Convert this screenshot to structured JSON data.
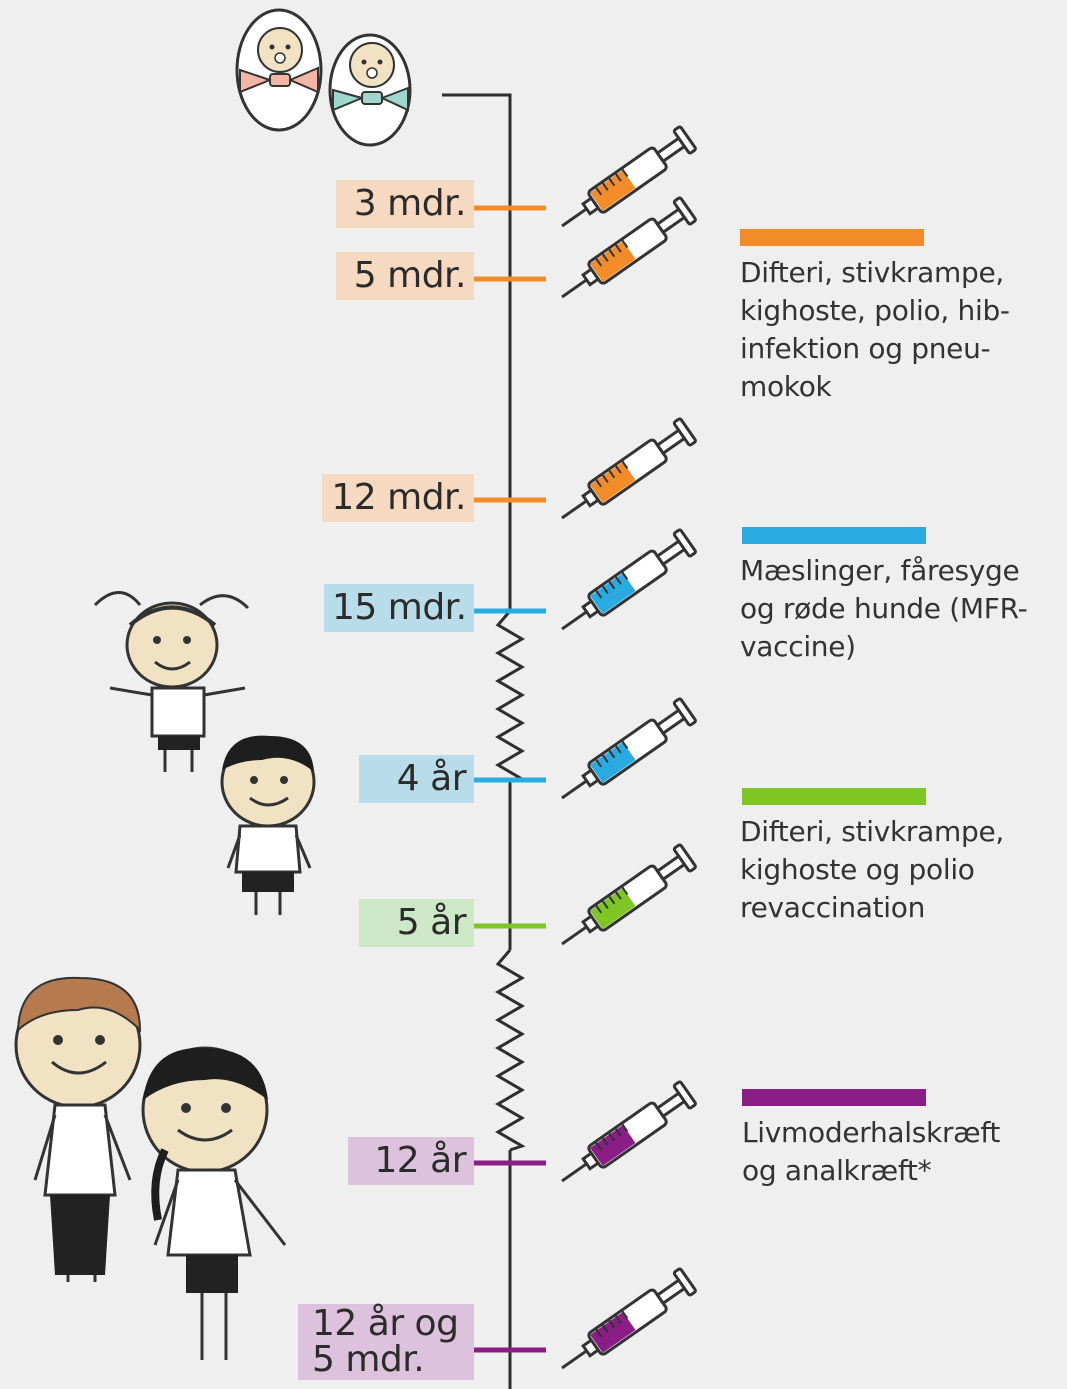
{
  "colors": {
    "orange": "#f28c28",
    "orange_label_bg": "#f6d9c1",
    "blue": "#29abe2",
    "blue_label_bg": "#b9dcea",
    "green": "#7dc623",
    "green_label_bg": "#cde8c6",
    "purple": "#8a1d86",
    "purple_label_bg": "#dcc2dc",
    "timeline": "#2e2e2e",
    "background": "#efefef"
  },
  "timeline": {
    "milestones": [
      {
        "label": "3 mdr.",
        "group": "orange"
      },
      {
        "label": "5 mdr.",
        "group": "orange"
      },
      {
        "label": "12 mdr.",
        "group": "orange"
      },
      {
        "label": "15 mdr.",
        "group": "blue"
      },
      {
        "label": "4 år",
        "group": "blue"
      },
      {
        "label": "5 år",
        "group": "green"
      },
      {
        "label": "12 år",
        "group": "purple"
      },
      {
        "label": "12 år og\n5 mdr.",
        "group": "purple"
      }
    ]
  },
  "legend": [
    {
      "group": "orange",
      "text": "Difteri, stivkrampe,\nkighoste, polio, hib-\ninfektion og pneu-\nmokok"
    },
    {
      "group": "blue",
      "text": "Mæslinger, fåresyge\nog røde hunde (MFR-\nvaccine)"
    },
    {
      "group": "green",
      "text": "Difteri, stivkrampe,\nkighoste og polio\nrevaccination"
    },
    {
      "group": "purple",
      "text": "Livmoderhalskræft\nog analkræft*"
    }
  ],
  "icons": {
    "syringe": "syringe-icon",
    "babies": "babies-illustration",
    "toddlers": "toddlers-illustration",
    "children": "children-illustration"
  }
}
